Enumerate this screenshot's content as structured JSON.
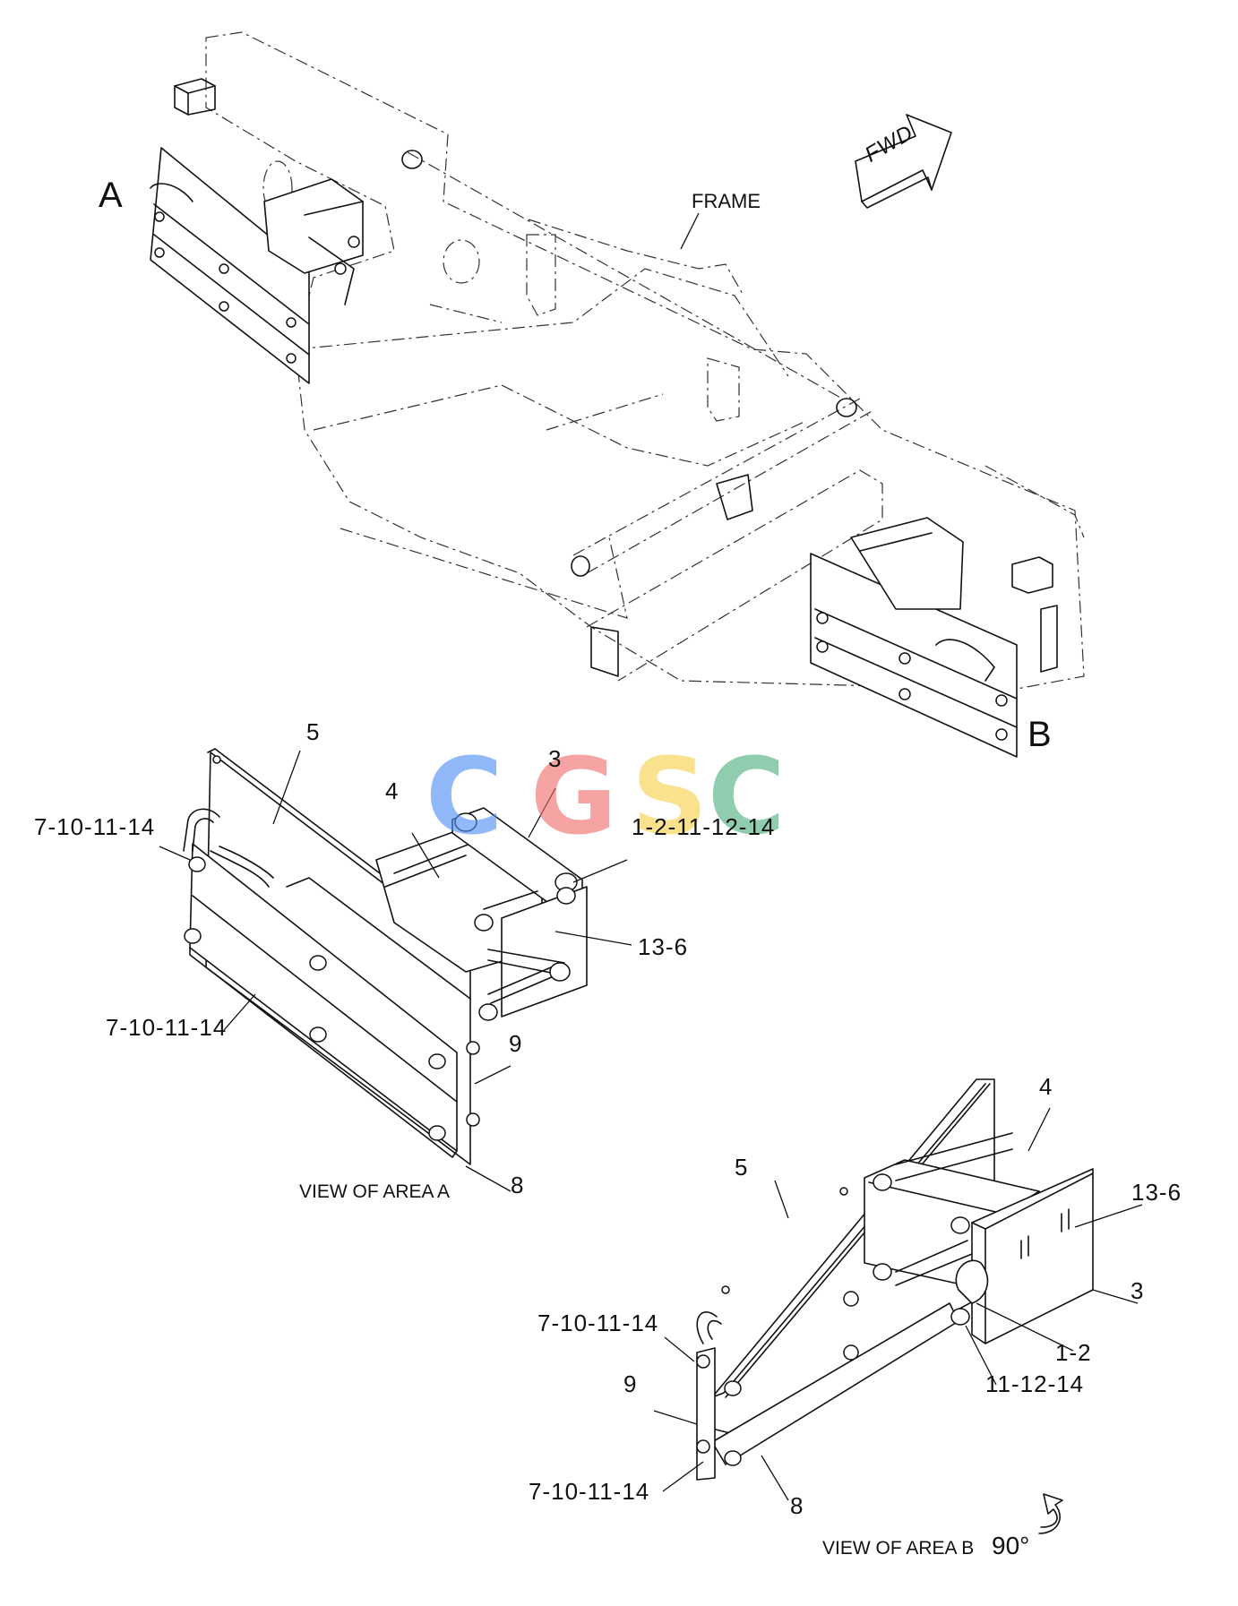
{
  "view_markers": {
    "a": "A",
    "b": "B"
  },
  "frame_label": "FRAME",
  "fwd_label": "FWD",
  "watermark": {
    "letters": [
      "C",
      "G",
      "S",
      "C"
    ],
    "colors": [
      "#4f8ff7",
      "#ef6b6b",
      "#f7cf4a",
      "#4caf7d"
    ]
  },
  "view_a": {
    "caption": "VIEW OF AREA A",
    "callouts": {
      "c5": "5",
      "c4": "4",
      "c3": "3",
      "c_bolt_top": "1-2-11-12-14",
      "c_left_top": "7-10-11-14",
      "c_13_6": "13-6",
      "c_left_bottom": "7-10-11-14",
      "c9": "9",
      "c8": "8"
    }
  },
  "view_b": {
    "caption": "VIEW OF AREA B",
    "rotation": "90°",
    "callouts": {
      "c4": "4",
      "c5": "5",
      "c13_6": "13-6",
      "c3": "3",
      "c1_2": "1-2",
      "c11_12_14": "11-12-14",
      "c7_top": "7-10-11-14",
      "c9": "9",
      "c7_bottom": "7-10-11-14",
      "c8": "8"
    }
  }
}
